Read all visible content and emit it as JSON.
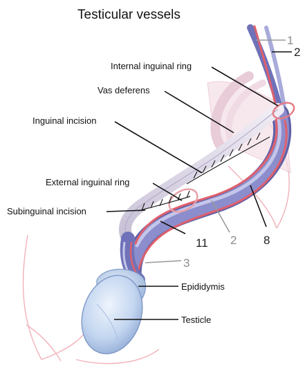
{
  "title": "Testicular vessels",
  "labels": {
    "internal_inguinal_ring": "Internal inguinal ring",
    "vas_deferens": "Vas deferens",
    "inguinal_incision": "Inguinal incision",
    "external_inguinal_ring": "External inguinal ring",
    "subinguinal_incision": "Subinguinal incision",
    "epididymis": "Epididymis",
    "testicle": "Testicle"
  },
  "numbers": {
    "n1": "1",
    "n2_top": "2",
    "n2_mid": "2",
    "n3": "3",
    "n8": "8",
    "n11": "11"
  },
  "colors": {
    "vein": "#6f72b8",
    "vein_light": "#a9abdb",
    "artery": "#e0606c",
    "cord_sheath": "#ddd6e6",
    "testicle": "#bcd2ee",
    "skin_outline": "#f2b0b8"
  }
}
